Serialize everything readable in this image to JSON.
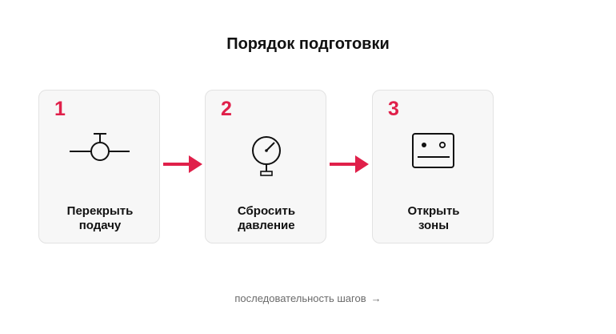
{
  "title": "Порядок подготовки",
  "accent_color": "#e0204a",
  "steps": [
    {
      "number": "1",
      "label_line1": "Перекрыть",
      "label_line2": "подачу",
      "icon": "valve-icon"
    },
    {
      "number": "2",
      "label_line1": "Сбросить",
      "label_line2": "давление",
      "icon": "pressure-gauge-icon"
    },
    {
      "number": "3",
      "label_line1": "Открыть",
      "label_line2": "зоны",
      "icon": "control-panel-icon"
    }
  ],
  "footer": {
    "text": "последовательность шагов",
    "arrow": "→"
  }
}
